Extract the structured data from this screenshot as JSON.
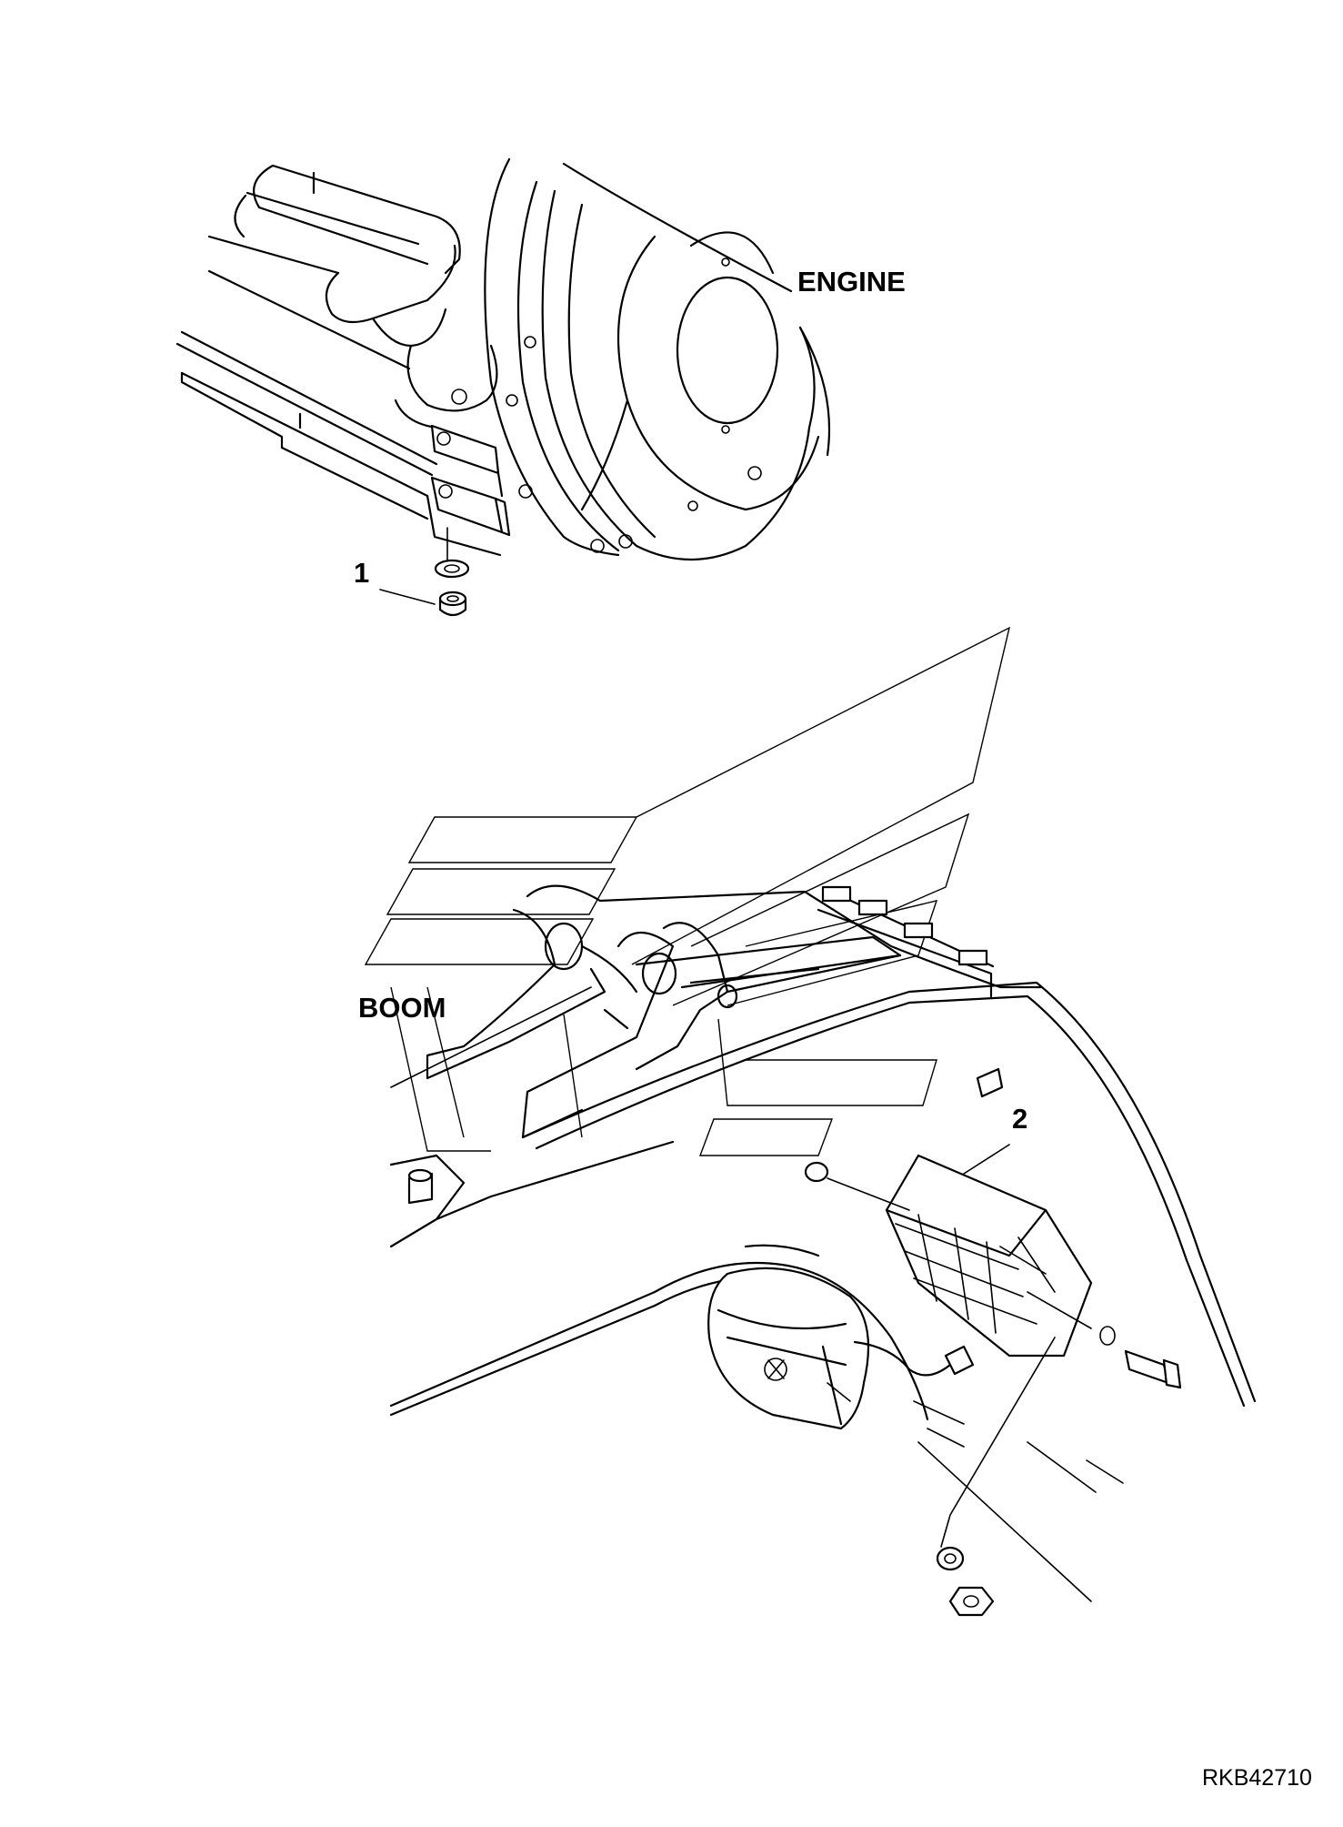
{
  "labels": {
    "engine": "ENGINE",
    "boom": "BOOM",
    "callout_1": "1",
    "callout_2": "2"
  },
  "drawing_code": "RKB42710",
  "colors": {
    "line": "#000000",
    "background": "#ffffff"
  }
}
